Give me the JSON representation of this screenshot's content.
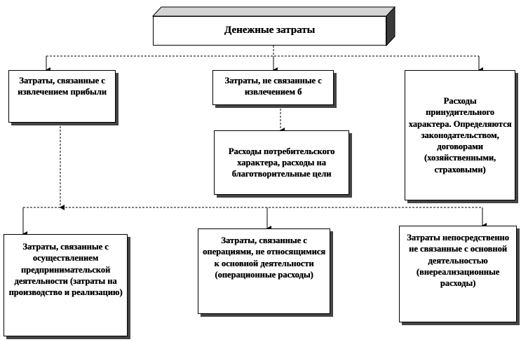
{
  "diagram": {
    "root": "Денежные затраты",
    "profit_related": "Затраты, связанные с извлечением прибыли",
    "non_profit_related": "Затраты, не связанные с извлечением б",
    "forced_expenses": "Расходы принудительного характера. Определяются законодательством, договорами (хозяйственными, страховыми)",
    "consumer_expenses": "Расходы потребительского характера, расходы на благотворительные цели",
    "entrepreneurial_costs": "Затраты, связанные с осуществлением предпринимательской деятельности (затраты на производство и реализацию)",
    "operational_costs": "Затраты, связанные с операциями, не относящимися к основной деятельности (операционные расходы)",
    "non_operational_costs": "Затраты непосредственно не связанные с основной деятельностью (внереализационные расходы)"
  }
}
